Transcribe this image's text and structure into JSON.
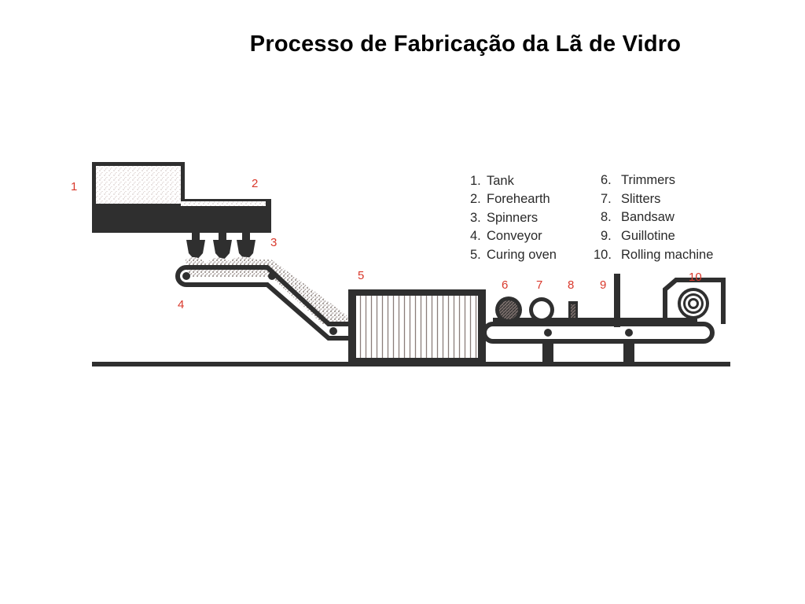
{
  "title": "Processo de Fabricação da Lã de Vidro",
  "diagram": {
    "markers": [
      {
        "id": "1"
      },
      {
        "id": "2"
      },
      {
        "id": "3"
      },
      {
        "id": "4"
      },
      {
        "id": "5"
      },
      {
        "id": "6"
      },
      {
        "id": "7"
      },
      {
        "id": "8"
      },
      {
        "id": "9"
      },
      {
        "id": "10"
      }
    ],
    "legend": [
      {
        "num": "1.",
        "label": "Tank"
      },
      {
        "num": "2.",
        "label": "Forehearth"
      },
      {
        "num": "3.",
        "label": "Spinners"
      },
      {
        "num": "4.",
        "label": "Conveyor"
      },
      {
        "num": "5.",
        "label": "Curing oven"
      },
      {
        "num": "6.",
        "label": "Trimmers"
      },
      {
        "num": "7.",
        "label": "Slitters"
      },
      {
        "num": "8.",
        "label": "Bandsaw"
      },
      {
        "num": "9.",
        "label": "Guillotine"
      },
      {
        "num": "10.",
        "label": "Rolling machine"
      }
    ],
    "colors": {
      "line": "#2f2f2f",
      "marker": "#d9382b",
      "speckle": "#b9a9a6",
      "background": "#ffffff"
    }
  }
}
